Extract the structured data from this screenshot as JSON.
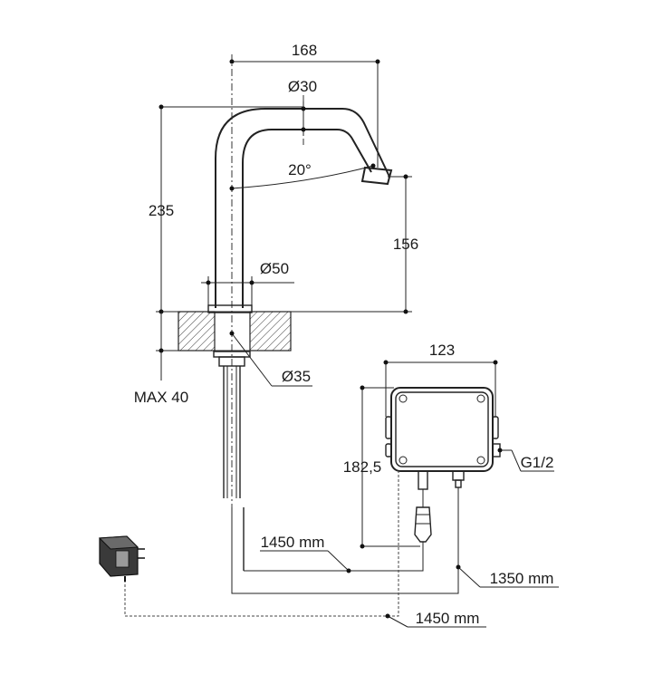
{
  "dimensions": {
    "spout_reach": "168",
    "spout_tube_diameter": "Ø30",
    "spout_angle": "20°",
    "total_height": "235",
    "outlet_height": "156",
    "base_diameter": "Ø50",
    "mounting_hole_diameter": "Ø35",
    "max_counter_thickness": "MAX 40",
    "box_width": "123",
    "box_height": "182,5",
    "water_inlet_thread": "G1/2",
    "cable_sensor": "1450 mm",
    "cable_hose": "1350 mm",
    "cable_power": "1450 mm"
  }
}
